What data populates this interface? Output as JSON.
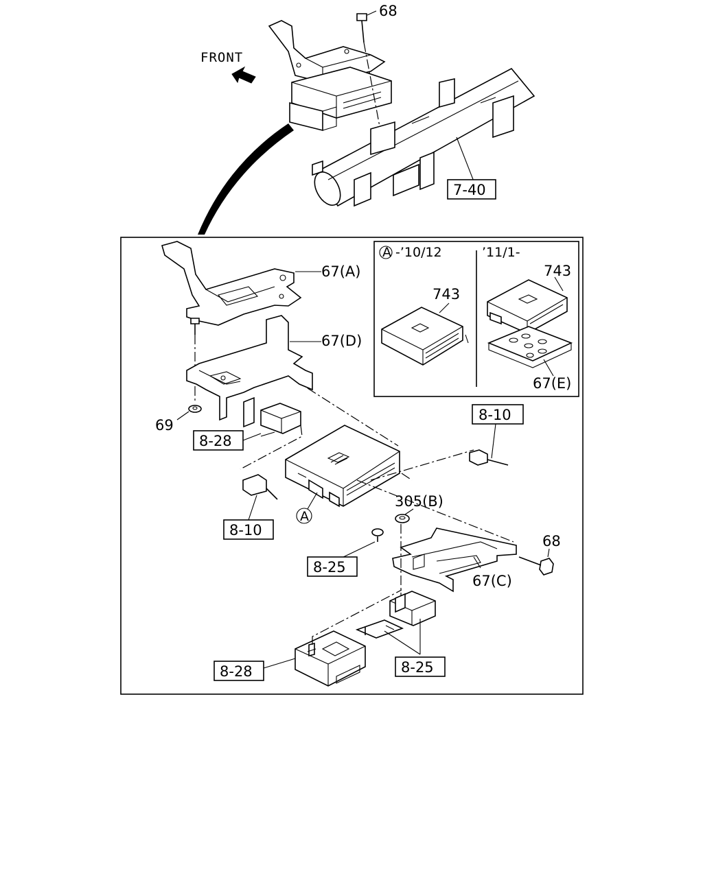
{
  "labels": {
    "front": "FRONT",
    "top_bolt": "68",
    "crossmember": "7-40",
    "bracket_a": "67(A)",
    "bracket_d": "67(D)",
    "nut_69": "69",
    "relay_upper": "8-28",
    "harness_right": "8-10",
    "harness_left": "8-10",
    "callout_a": "A",
    "nut_305b": "305(B)",
    "nut_8_25": "8-25",
    "bolt_68": "68",
    "bracket_c": "67(C)",
    "relay_lower": "8-28",
    "stud_8_25": "8-25"
  },
  "inset": {
    "marker": "A",
    "left_range": "-’10/12",
    "right_range": "’11/1-",
    "unit_left": "743",
    "unit_right": "743",
    "bracket_e": "67(E)"
  }
}
